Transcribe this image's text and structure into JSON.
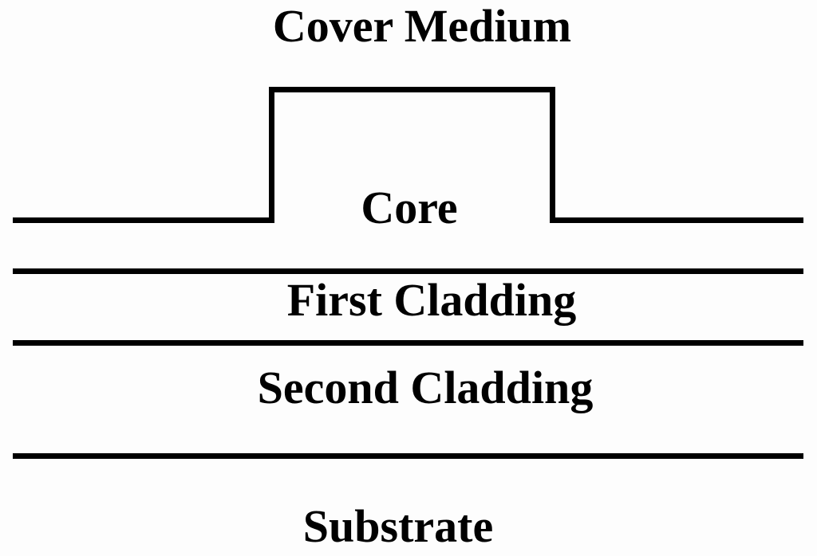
{
  "diagram": {
    "labels": {
      "cover_medium": "Cover Medium",
      "core": "Core",
      "first_cladding": "First Cladding",
      "second_cladding": "Second Cladding",
      "substrate": "Substrate"
    },
    "colors": {
      "line": "#000000",
      "text": "#000000",
      "background": "#fdfdfd"
    }
  }
}
